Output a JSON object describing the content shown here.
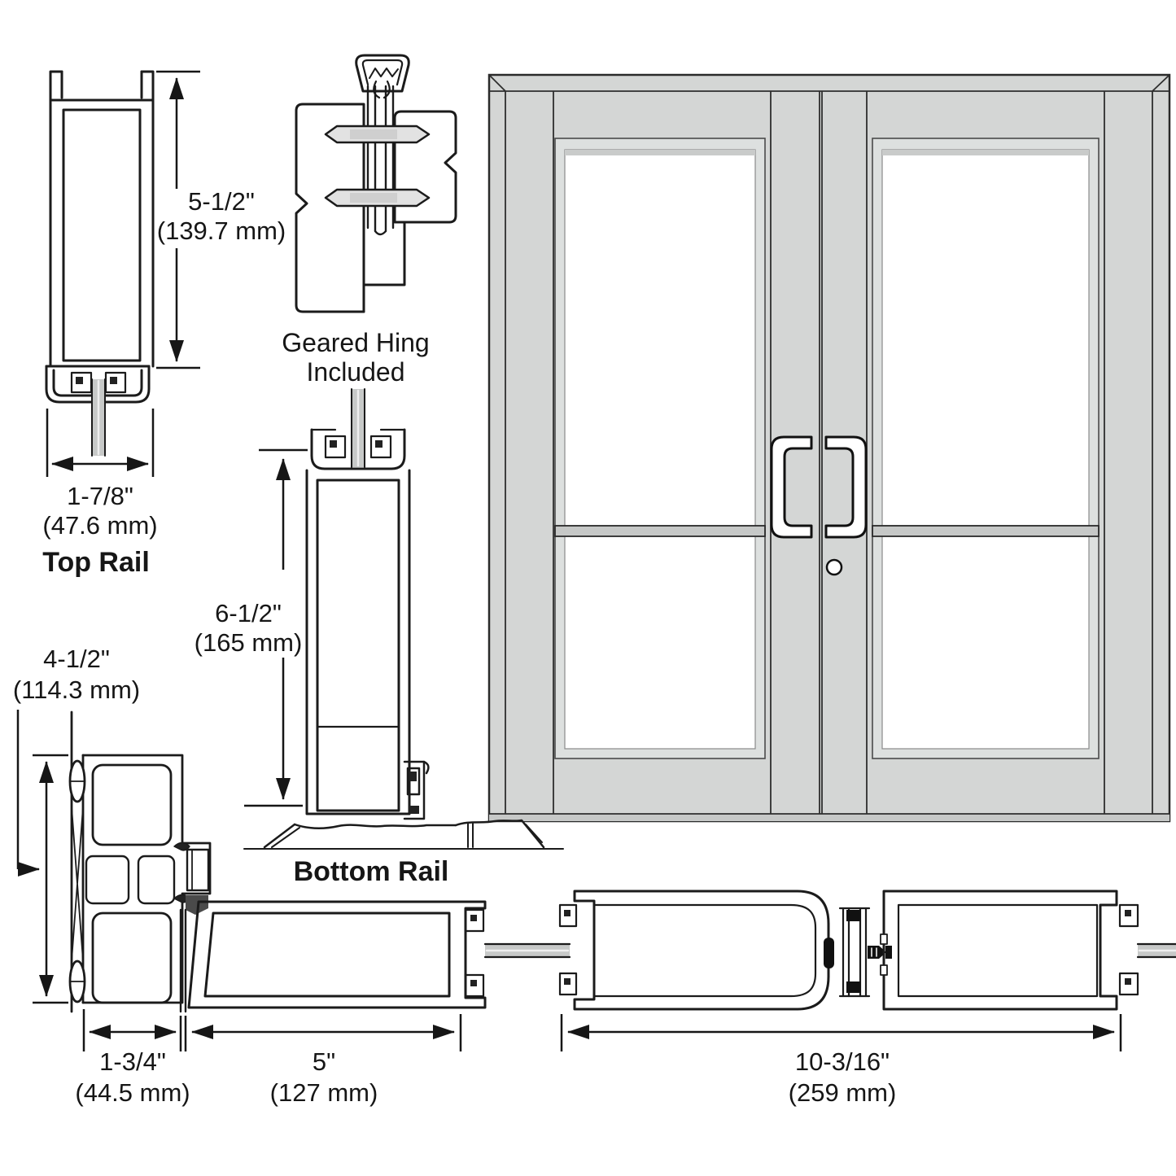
{
  "colors": {
    "line": "#1b1b1b",
    "door_face": "#d4d6d5",
    "stop_face": "#dde0df",
    "sill": "#c6c8c7",
    "glass_strip": "#c7c9c8",
    "glass": "#ffffff",
    "background": "#ffffff"
  },
  "sections": {
    "top_rail": {
      "label": "Top Rail",
      "height_in": "5-1/2\"",
      "height_mm": "(139.7 mm)",
      "width_in": "1-7/8\"",
      "width_mm": "(47.6 mm)"
    },
    "geared_hinge": {
      "note_line1": "Geared Hing",
      "note_line2": "Included"
    },
    "bottom_rail": {
      "label": "Bottom Rail",
      "height_in": "6-1/2\"",
      "height_mm": "(165 mm)"
    },
    "frame_jamb": {
      "depth_in": "4-1/2\"",
      "depth_mm": "(114.3 mm)",
      "face_in": "1-3/4\"",
      "face_mm": "(44.5 mm)"
    },
    "hinge_stile": {
      "width_in": "5\"",
      "width_mm": "(127 mm)"
    },
    "meeting_stiles": {
      "width_in": "10-3/16\"",
      "width_mm": "(259 mm)"
    }
  },
  "elevation": {
    "kind": "double-door-elevation",
    "hardware_icons": [
      "offset-pull-handle-left",
      "offset-pull-handle-right",
      "cylinder-lock"
    ]
  }
}
